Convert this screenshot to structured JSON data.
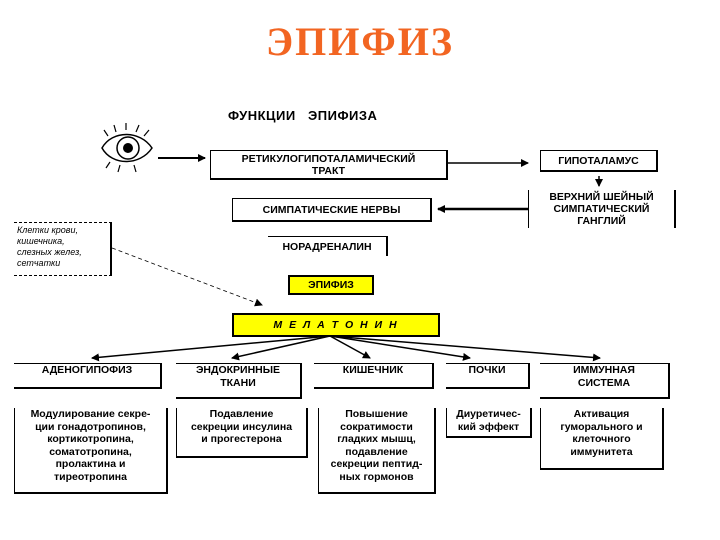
{
  "title": "ЭПИФИЗ",
  "subtitle": "ФУНКЦИИ   ЭПИФИЗА",
  "colors": {
    "title": "#f26522",
    "epiphysis_box": "#ffff00",
    "melatonin_box": "#ffff00"
  },
  "boxes": {
    "tract": "РЕТИКУЛОГИПОТАЛАМИЧЕСКИЙ\nТРАКТ",
    "hypothalamus": "ГИПОТАЛАМУС",
    "ganglion": "ВЕРХНИЙ ШЕЙНЫЙ\nСИМПАТИЧЕСКИЙ\nГАНГЛИЙ",
    "sympathetic_nerves": "СИМПАТИЧЕСКИЕ НЕРВЫ",
    "noradrenaline": "НОРАДРЕНАЛИН",
    "epiphysis": "ЭПИФИЗ",
    "melatonin": "М Е Л А Т О Н И Н",
    "cells": "Клетки крови,\nкишечника,\nслезных желез,\nсетчатки"
  },
  "targets": [
    {
      "name": "АДЕНОГИПОФИЗ",
      "effect": "Модулирование секре-\nции гонадотропинов,\nкортикотропина,\nсоматотропина,\nпролактина и\nтиреотропина"
    },
    {
      "name": "ЭНДОКРИННЫЕ\nТКАНИ",
      "effect": "Подавление\nсекреции инсулина\nи прогестерона"
    },
    {
      "name": "КИШЕЧНИК",
      "effect": "Повышение\nсократимости\nгладких мышц,\nподавление\nсекреции пептид-\nных гормонов"
    },
    {
      "name": "ПОЧКИ",
      "effect": "Диуретичес-\nкий эффект"
    },
    {
      "name": "ИММУННАЯ\nСИСТЕМА",
      "effect": "Активация\nгуморального и\nклеточного\nиммунитета"
    }
  ]
}
